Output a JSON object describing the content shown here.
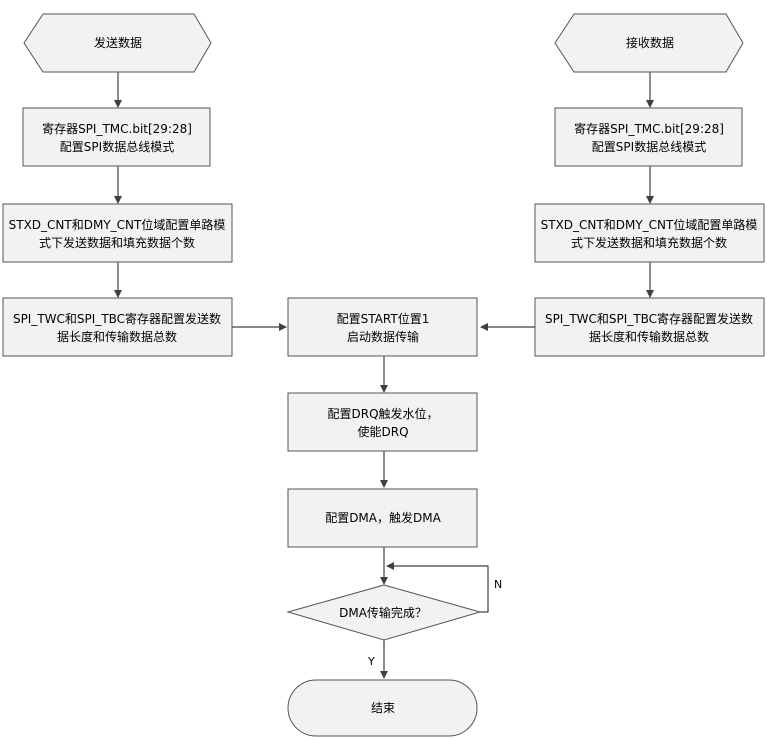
{
  "diagram": {
    "send_start": "发送数据",
    "recv_start": "接收数据",
    "send_reg_line1": "寄存器SPI_TMC.bit[29:28]",
    "send_reg_line2": "配置SPI数据总线模式",
    "recv_reg_line1": "寄存器SPI_TMC.bit[29:28]",
    "recv_reg_line2": "配置SPI数据总线模式",
    "send_cnt_line1": "STXD_CNT和DMY_CNT位域配置单路模",
    "send_cnt_line2": "式下发送数据和填充数据个数",
    "recv_cnt_line1": "STXD_CNT和DMY_CNT位域配置单路模",
    "recv_cnt_line2": "式下发送数据和填充数据个数",
    "send_twc_line1": "SPI_TWC和SPI_TBC寄存器配置发送数",
    "send_twc_line2": "据长度和传输数据总数",
    "recv_twc_line1": "SPI_TWC和SPI_TBC寄存器配置发送数",
    "recv_twc_line2": "据长度和传输数据总数",
    "start_line1": "配置START位置1",
    "start_line2": "启动数据传输",
    "drq_line1": "配置DRQ触发水位，",
    "drq_line2": "使能DRQ",
    "dma": "配置DMA，触发DMA",
    "decision": "DMA传输完成？",
    "label_no": "N",
    "label_yes": "Y",
    "end": "结束"
  },
  "colors": {
    "node_fill": "#f2f2f2",
    "node_stroke": "#555555",
    "arrow": "#404040"
  }
}
